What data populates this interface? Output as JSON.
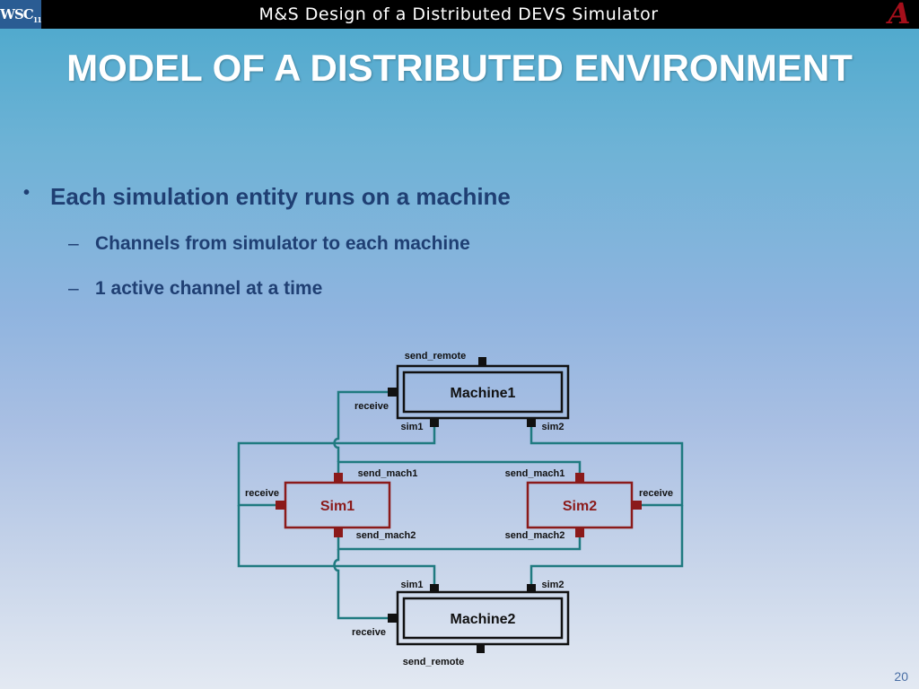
{
  "header": {
    "title": "M&S Design of a Distributed DEVS Simulator",
    "logo_left": "WSC",
    "logo_left_sub": "11",
    "logo_right": "A"
  },
  "slide": {
    "title": "MODEL OF A DISTRIBUTED ENVIRONMENT",
    "bullet": "Each simulation entity runs on a machine",
    "subbullets": [
      "Channels from simulator to each machine",
      "1 active channel at a time"
    ],
    "number": "20"
  },
  "diagram": {
    "machine1": {
      "label": "Machine1",
      "ports": {
        "top": "send_remote",
        "left": "receive",
        "bottom_left": "sim1",
        "bottom_right": "sim2"
      }
    },
    "machine2": {
      "label": "Machine2",
      "ports": {
        "bottom": "send_remote",
        "left": "receive",
        "top_left": "sim1",
        "top_right": "sim2"
      }
    },
    "sim1": {
      "label": "Sim1",
      "ports": {
        "left": "receive",
        "top": "send_mach1",
        "bottom": "send_mach2"
      }
    },
    "sim2": {
      "label": "Sim2",
      "ports": {
        "right": "receive",
        "top": "send_mach1",
        "bottom": "send_mach2"
      }
    },
    "colors": {
      "link": "#1f7a80",
      "sim": "#8b1a1a",
      "machine": "#111111"
    }
  }
}
